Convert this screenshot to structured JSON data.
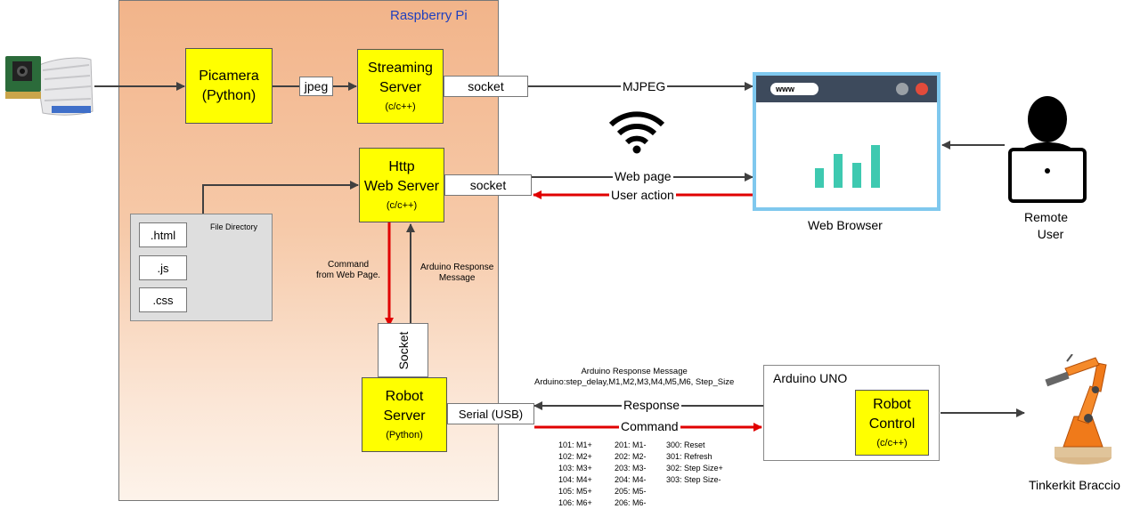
{
  "raspberry_pi": {
    "title": "Raspberry Pi"
  },
  "picamera": {
    "line1": "Picamera",
    "line2": "(Python)"
  },
  "jpeg_label": "jpeg",
  "streaming_server": {
    "line1": "Streaming",
    "line2": "Server",
    "sub": "(c/c++)"
  },
  "stream_socket": "socket",
  "mjpeg_label": "MJPEG",
  "http_server": {
    "line1": "Http",
    "line2": "Web Server",
    "sub": "(c/c++)"
  },
  "http_socket": "socket",
  "web_page_label": "Web page",
  "user_action_label": "User action",
  "web_browser": {
    "label": "Web Browser",
    "url_text": "www"
  },
  "remote_user": {
    "line1": "Remote",
    "line2": "User"
  },
  "file_directory": {
    "title": "File Directory",
    "files": [
      ".html",
      ".js",
      ".css"
    ]
  },
  "command_label": {
    "line1": "Command",
    "line2": "from Web Page."
  },
  "arduino_response_label": {
    "line1": "Arduino Response",
    "line2": "Message"
  },
  "socket_vertical": "Socket",
  "robot_server": {
    "line1": "Robot",
    "line2": "Server",
    "sub": "(Python)"
  },
  "serial_usb": "Serial (USB)",
  "arduino_message": {
    "line1": "Arduino Response Message",
    "line2": "Arduino:step_delay,M1,M2,M3,M4,M5,M6, Step_Size"
  },
  "response_label": "Response",
  "command_arrow_label": "Command",
  "arduino_uno": {
    "title": "Arduino UNO"
  },
  "robot_control": {
    "line1": "Robot",
    "line2": "Control",
    "sub": "(c/c++)"
  },
  "tinkerkit_label": "Tinkerkit Braccio",
  "command_codes": {
    "col1": [
      "101: M1+",
      "102: M2+",
      "103: M3+",
      "104: M4+",
      "105: M5+",
      "106: M6+"
    ],
    "col2": [
      "201: M1-",
      "202: M2-",
      "203: M3-",
      "204: M4-",
      "205: M5-",
      "206: M6-"
    ],
    "col3": [
      "300: Reset",
      "301: Refresh",
      "302: Step Size+",
      "303: Step Size-"
    ]
  },
  "colors": {
    "yellow": "#ffff00",
    "arrow_dark": "#404040",
    "arrow_red": "#e00000",
    "rpi_title": "#1f3fbf",
    "teal": "#3ec9b0",
    "browser_frame": "#7fc8ee",
    "browser_bar": "#3d4a5c"
  }
}
